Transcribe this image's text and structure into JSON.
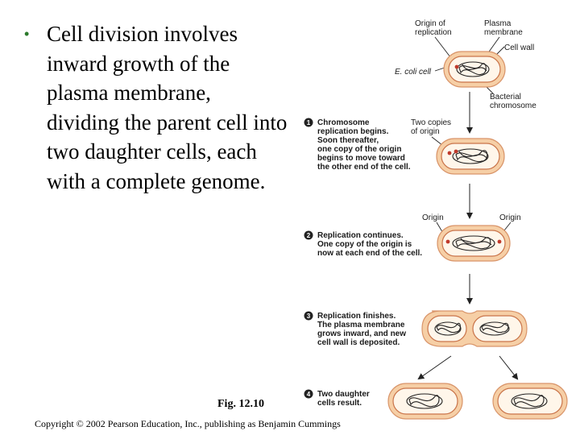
{
  "bullet": {
    "text": "Cell division involves inward growth of the plasma membrane, dividing the parent cell into two daughter cells, each with a complete genome."
  },
  "figure": {
    "label": "Fig. 12.10",
    "copyright": "Copyright © 2002 Pearson Education, Inc., publishing as Benjamin Cummings"
  },
  "labels": {
    "origin_of_replication": [
      "Origin of",
      "replication"
    ],
    "plasma_membrane": [
      "Plasma",
      "membrane"
    ],
    "cell_wall": "Cell wall",
    "ecoli_cell": "E. coli cell",
    "bacterial_chromosome": [
      "Bacterial",
      "chromosome"
    ],
    "two_copies_of_origin": [
      "Two copies",
      "of origin"
    ],
    "origin_left": "Origin",
    "origin_right": "Origin"
  },
  "steps": [
    {
      "number": "1",
      "lines": [
        "Chromosome",
        "replication begins.",
        "Soon thereafter,",
        "one copy of the origin",
        "begins to move toward",
        "the other end of the cell."
      ]
    },
    {
      "number": "2",
      "lines": [
        "Replication continues.",
        "One copy of the origin is",
        "now at each end of the cell."
      ]
    },
    {
      "number": "3",
      "lines": [
        "Replication finishes.",
        "The plasma membrane",
        "grows inward, and new",
        "cell wall is deposited."
      ]
    },
    {
      "number": "4",
      "lines": [
        "Two daughter",
        "cells result."
      ]
    }
  ],
  "colors": {
    "cell_wall": "#f6cfa6",
    "membrane": "#e8a472",
    "cytoplasm": "#fff6ea",
    "chromosome": "#222222",
    "origin": "#c0392b",
    "bullet": "#2c7a2c"
  }
}
